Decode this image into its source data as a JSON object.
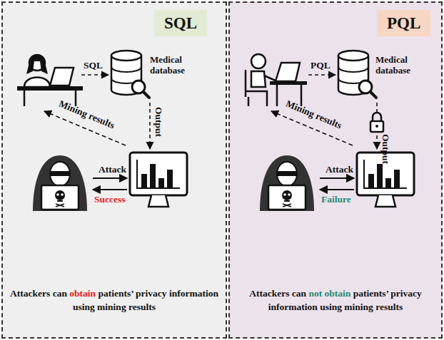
{
  "diagram": {
    "nodes": [
      {
        "text": [
          "Attackers can",
          "obtain",
          "patients’ privacy information using mining results"
        ]
      },
      {
        "text": [
          "SQL"
        ],
        "in": 0
      },
      {
        "text": [
          "Medical database"
        ],
        "in": 0
      },
      {
        "text": [
          "Attackers can",
          "not obtain",
          "patients’ privacy information using mining results"
        ]
      },
      {
        "text": [
          "PQL"
        ],
        "in": 3
      },
      {
        "text": [
          "Medical database"
        ],
        "in": 3
      }
    ],
    "labels": [
      "SQL",
      "Output",
      "Mining results",
      "Attack",
      "Success",
      "PQL",
      "Output",
      "Mining results",
      "Attack",
      "Failure"
    ]
  }
}
